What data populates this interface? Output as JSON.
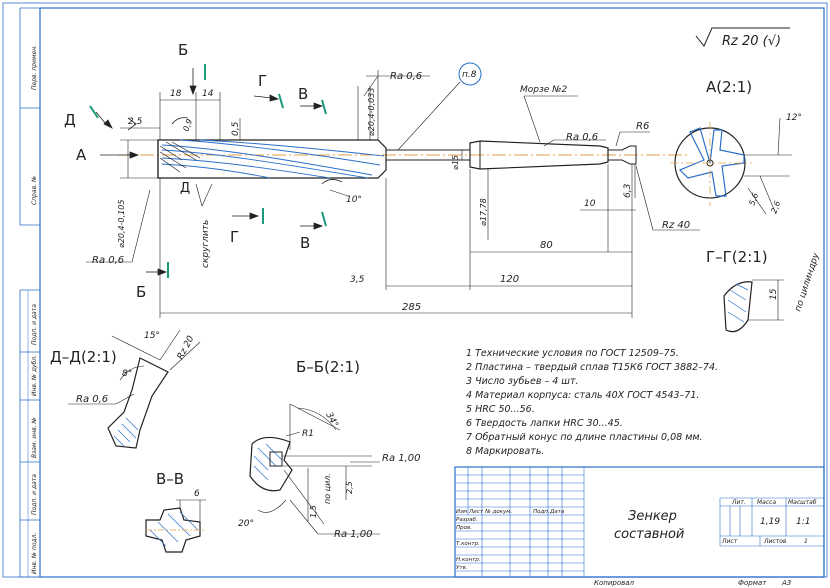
{
  "sheet": {
    "roughness_general": "Rz 20 (√)",
    "format_label": "Формат",
    "format_value": "A3",
    "copied_label": "Копировал"
  },
  "side_strip": {
    "labels": [
      "Перв. примен.",
      "Справ. №",
      "Подп. и дата",
      "Инв. № дубл.",
      "Взам. инв. №",
      "Подп. и дата",
      "Инв. № подл."
    ]
  },
  "main_view": {
    "view_arrow_A": "A",
    "section_D": "Д",
    "section_B": "Б",
    "section_G": "Г",
    "section_V": "В",
    "dims": {
      "d18": "18",
      "d14": "14",
      "d25": "2,5",
      "d09": "0,9",
      "d05": "0,5",
      "d35": "3,5",
      "d285": "285",
      "d120": "120",
      "d80": "80",
      "d10": "10",
      "d63": "6,3",
      "dia_body": "⌀20,4-0,033",
      "dia_15": "⌀15",
      "dia_1778": "⌀17,78",
      "dia_left": "⌀20,4-0,105",
      "ra06_top": "Ra 0,6",
      "ra06_left": "Ra 0,6",
      "ra06_shank": "Ra 0,6",
      "rz40": "Rz 40",
      "angle_10": "10°",
      "r6": "R6",
      "pv": "п.8",
      "morse": "Морзе №2",
      "skrugl": "скруглить"
    }
  },
  "view_A": {
    "title": "А(2:1)",
    "angle": "12°",
    "d56": "5,6",
    "d26": "2,6"
  },
  "section_GG": {
    "title": "Г–Г(2:1)",
    "d15": "15",
    "note": "по цилиндру"
  },
  "section_DD": {
    "title": "Д–Д(2:1)",
    "angle15": "15°",
    "angle8": "8°",
    "rz20": "Rz 20",
    "ra06": "Ra 0,6"
  },
  "section_BB": {
    "title": "Б–Б(2:1)",
    "r1": "R1",
    "angle34": "34°",
    "angle20": "20°",
    "ra100a": "Ra 1,00",
    "ra100b": "Ra 1,00",
    "d25": "2,5",
    "d15": "1,5",
    "note": "по цил."
  },
  "section_VV": {
    "title": "В–В",
    "d6": "6"
  },
  "notes": [
    "1  Технические условия по ГОСТ 12509–75.",
    "2  Пластина – твердый сплав Т15К6 ГОСТ 3882–74.",
    "3  Число зубьев – 4 шт.",
    "4  Материал корпуса: сталь 40Х ГОСТ 4543–71.",
    "5  HRC 50...56.",
    "6  Твердость лапки HRC 30...45.",
    "7  Обратный конус по длине пластины 0,08 мм.",
    "8  Маркировать."
  ],
  "title_block": {
    "name_line1": "Зенкер",
    "name_line2": "составной",
    "col_izm": "Изм",
    "col_list": "Лист",
    "col_ndok": "№ докум.",
    "col_podp": "Подп.",
    "col_data": "Дата",
    "row_razrab": "Разраб.",
    "row_prov": "Пров.",
    "row_tkontr": "Т.контр.",
    "row_nkontr": "Н.контр.",
    "row_utv": "Утв.",
    "lit_label": "Лит.",
    "massa_label": "Масса",
    "masshtab_label": "Масштаб",
    "massa_value": "1,19",
    "masshtab_value": "1:1",
    "list_label": "Лист",
    "listov_label": "Листов",
    "listov_value": "1"
  }
}
